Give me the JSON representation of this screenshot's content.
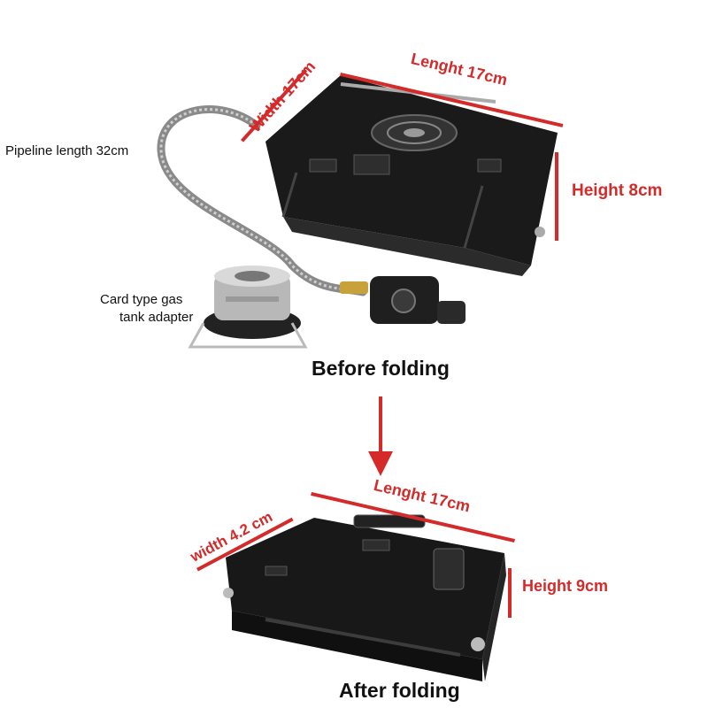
{
  "before": {
    "caption": "Before folding",
    "length_label": "Lenght 17cm",
    "width_label": "Width 17cm",
    "height_label": "Height 8cm",
    "pipeline_label": "Pipeline length 32cm",
    "adapter_label_line1": "Card type gas",
    "adapter_label_line2": "tank adapter"
  },
  "after": {
    "caption": "After folding",
    "length_label": "Lenght 17cm",
    "width_label": "width 4.2 cm",
    "height_label": "Height 9cm"
  },
  "colors": {
    "annotation": "#d42a2a",
    "product": "#1a1a1a",
    "text": "#111111"
  }
}
